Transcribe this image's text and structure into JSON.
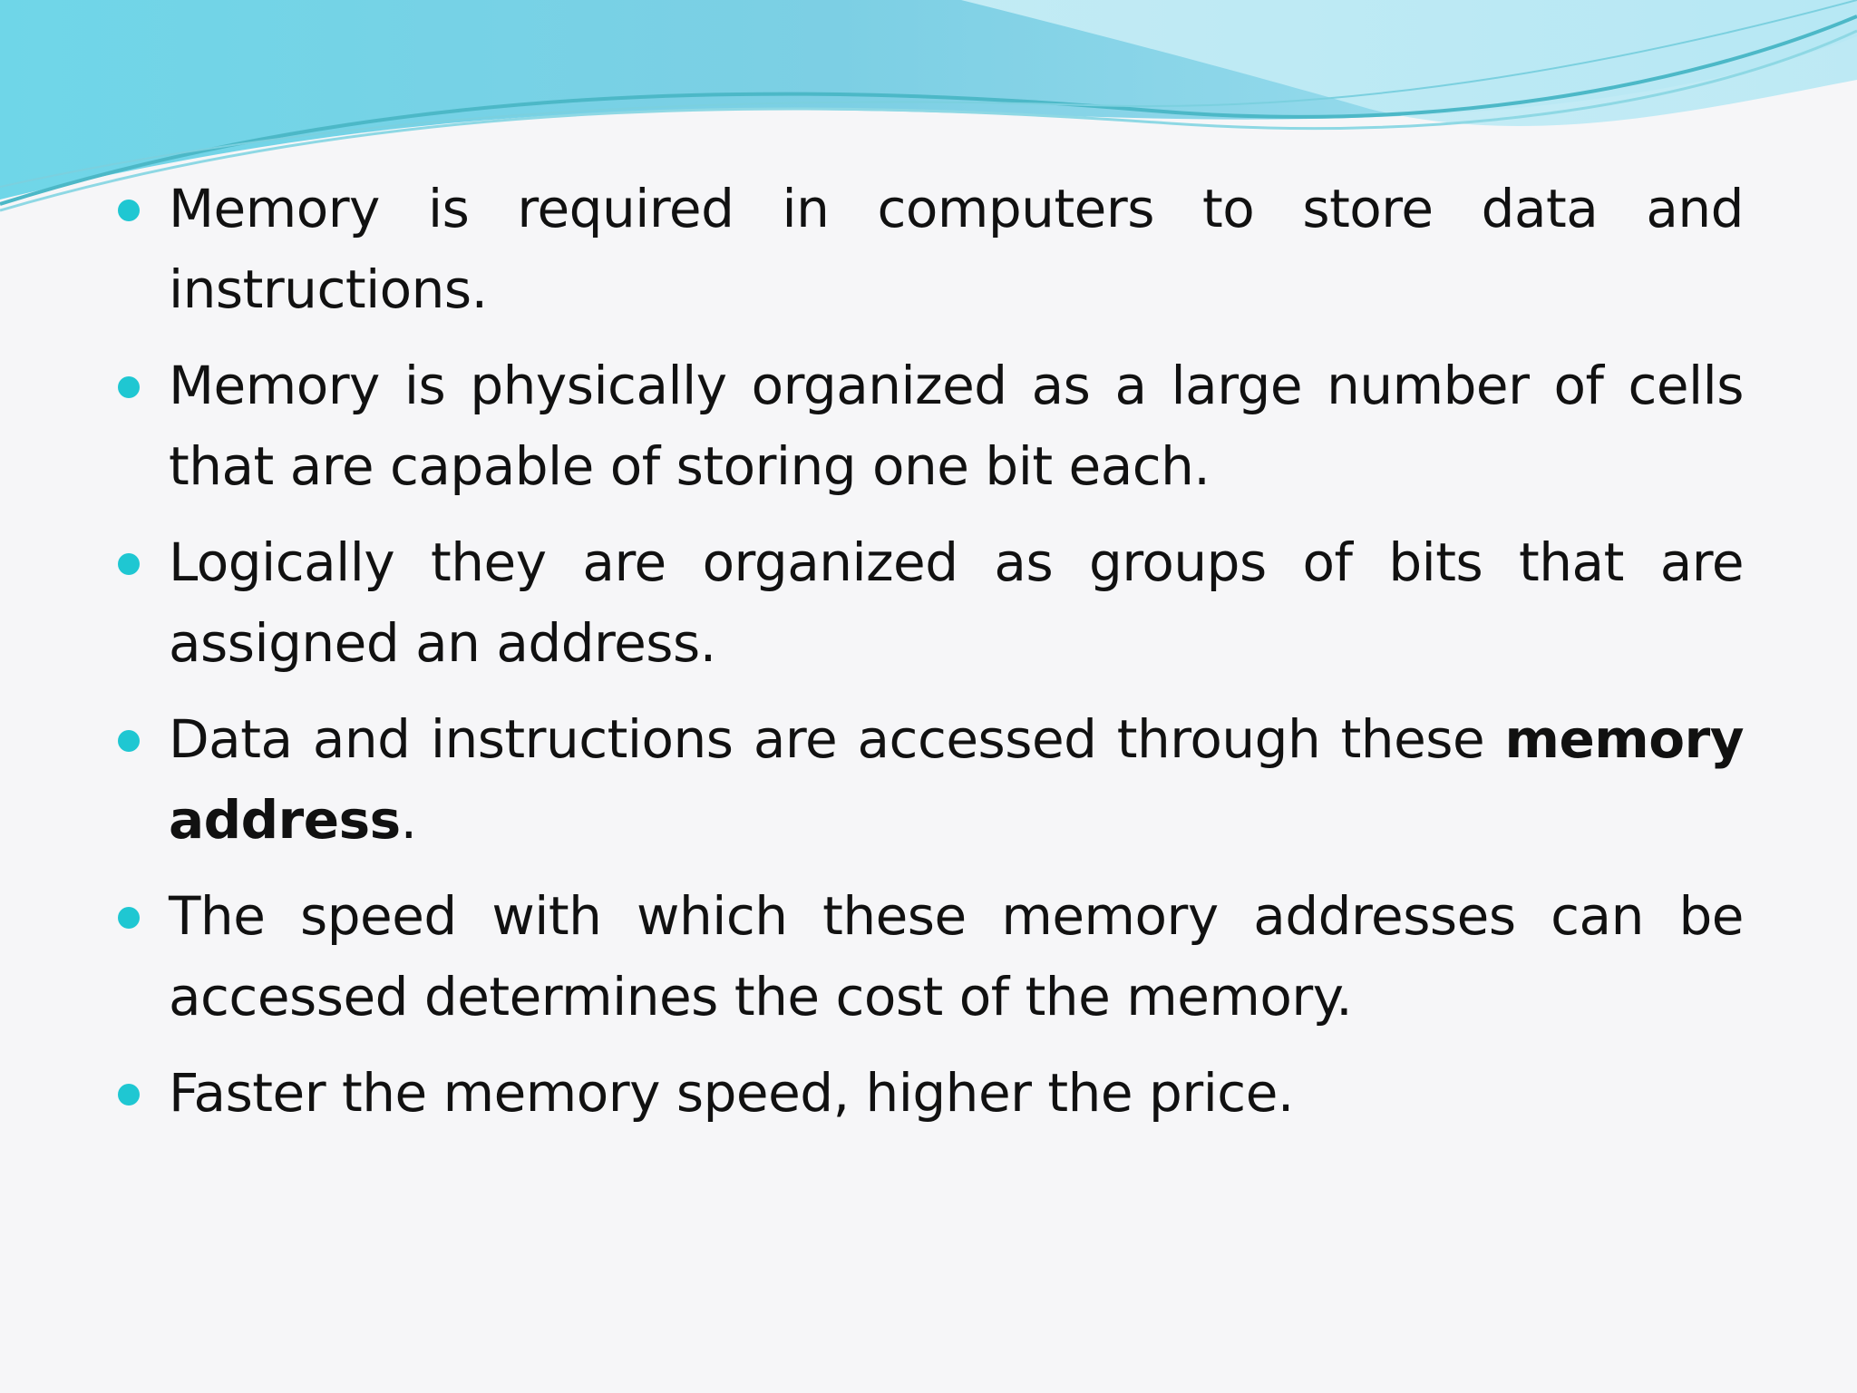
{
  "slide": {
    "bullets": [
      {
        "text": "Memory is required in computers to store data and instructions."
      },
      {
        "text": "Memory is physically organized as a large number of cells that are capable of storing one bit each."
      },
      {
        "text": "Logically they are organized as groups of bits that are assigned an address."
      },
      {
        "before": "Data and instructions are accessed through these ",
        "bold": "memory address",
        "after": "."
      },
      {
        "text": "The speed with which these memory addresses can be accessed determines the cost of the memory."
      },
      {
        "text": "Faster the memory speed, higher the price."
      }
    ]
  },
  "colors": {
    "background": "#f6f6f8",
    "accent": "#1fc7d2",
    "wave_light": "#bfe9f3",
    "wave_dark": "#56bfe1",
    "text": "#111111"
  },
  "icons": {
    "bullet": "bullet-dot-icon"
  }
}
